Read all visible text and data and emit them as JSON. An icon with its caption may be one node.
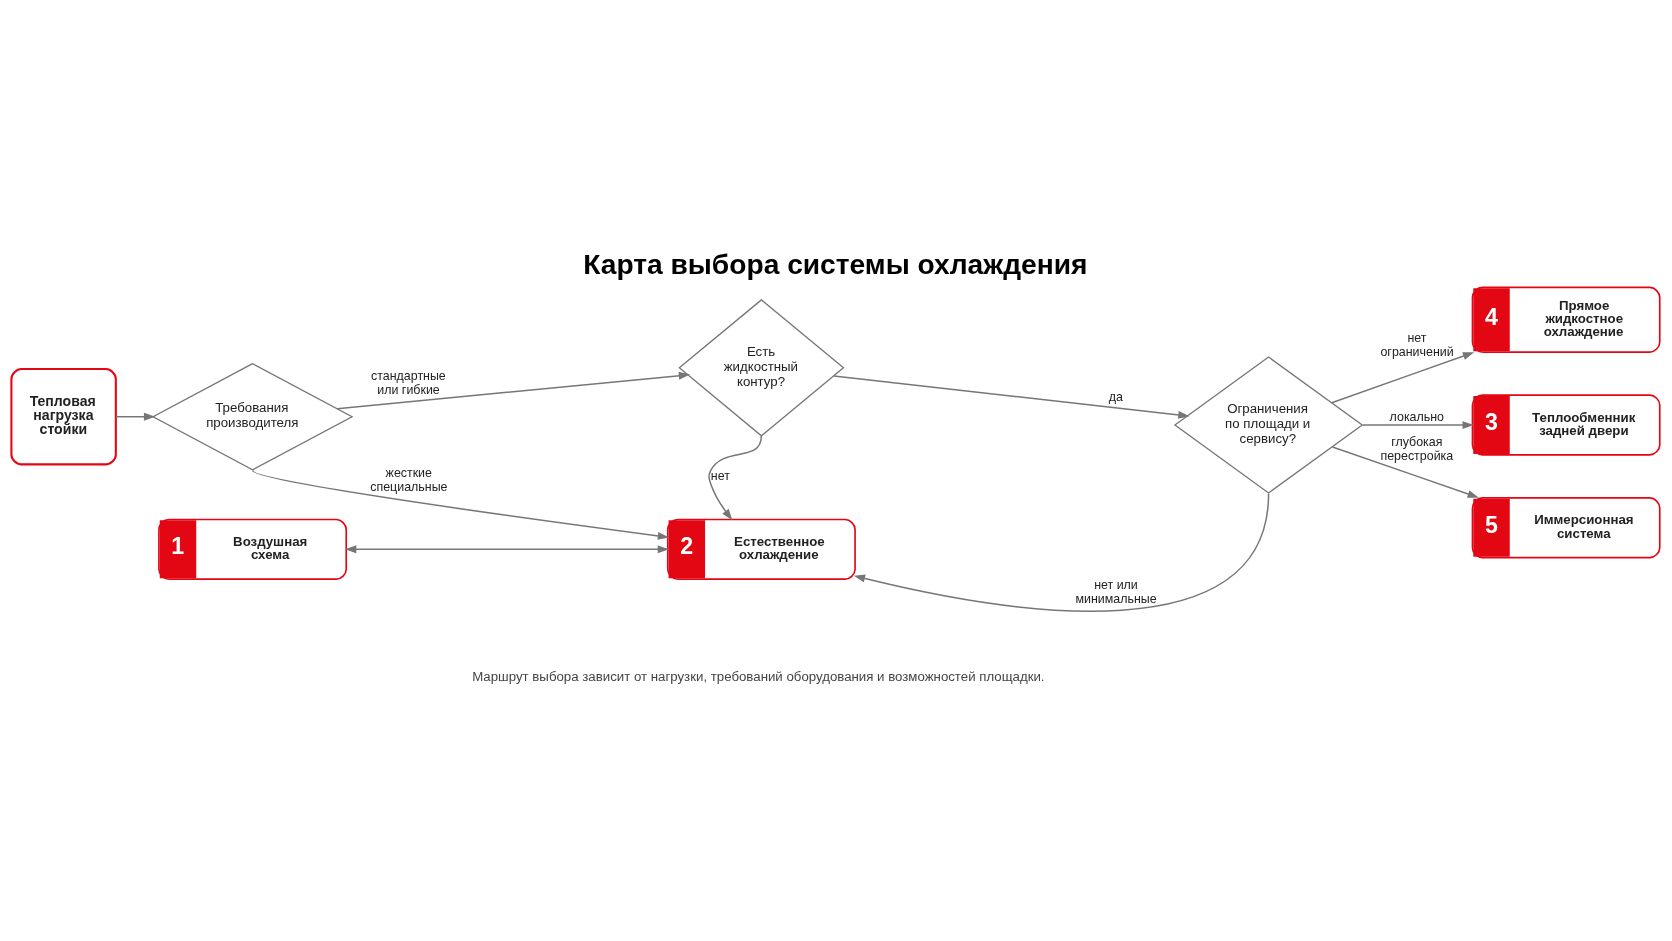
{
  "diagram": {
    "title": "Карта выбора системы охлаждения",
    "caption": "Маршрут выбора зависит от нагрузки, требований оборудования и возможностей площадки.",
    "nodes": [
      {
        "text": [
          "Тепловая нагрузка стойки"
        ]
      },
      {
        "text": [
          "Требования производителя"
        ]
      },
      {
        "text": [
          "Есть жидкостный контур?"
        ]
      },
      {
        "text": [
          "Ограничения по площади и сервису?"
        ]
      },
      {
        "text": [
          "4",
          "Прямое жидкостное охлаждение"
        ]
      },
      {
        "text": [
          "3",
          "Теплообменник задней двери"
        ]
      },
      {
        "text": [
          "5",
          "Иммерсионная система"
        ]
      },
      {
        "text": [
          "1",
          "Воздушная схема"
        ]
      },
      {
        "text": [
          "2",
          "Естественное охлаждение"
        ]
      }
    ],
    "edges": [
      {
        "from": 0,
        "to": 1,
        "arrow": "to"
      },
      {
        "from": 1,
        "to": 2,
        "arrow": "to",
        "label": "стандартные или гибкие"
      },
      {
        "from": 2,
        "to": 3,
        "arrow": "to",
        "label": "да"
      },
      {
        "from": 3,
        "to": 4,
        "arrow": "to",
        "label": "нет ограничений"
      },
      {
        "from": 3,
        "to": 5,
        "arrow": "to",
        "label": "локально"
      },
      {
        "from": 3,
        "to": 6,
        "arrow": "to",
        "label": "глубокая перестройка"
      },
      {
        "from": 1,
        "to": 8,
        "arrow": "to",
        "label": "жесткие специальные"
      },
      {
        "from": 2,
        "to": 8,
        "arrow": "to",
        "label": "нет"
      },
      {
        "from": 3,
        "to": 8,
        "arrow": "to",
        "label": "нет или минимальные"
      },
      {
        "from": 7,
        "to": 8,
        "arrow": "both"
      }
    ]
  }
}
